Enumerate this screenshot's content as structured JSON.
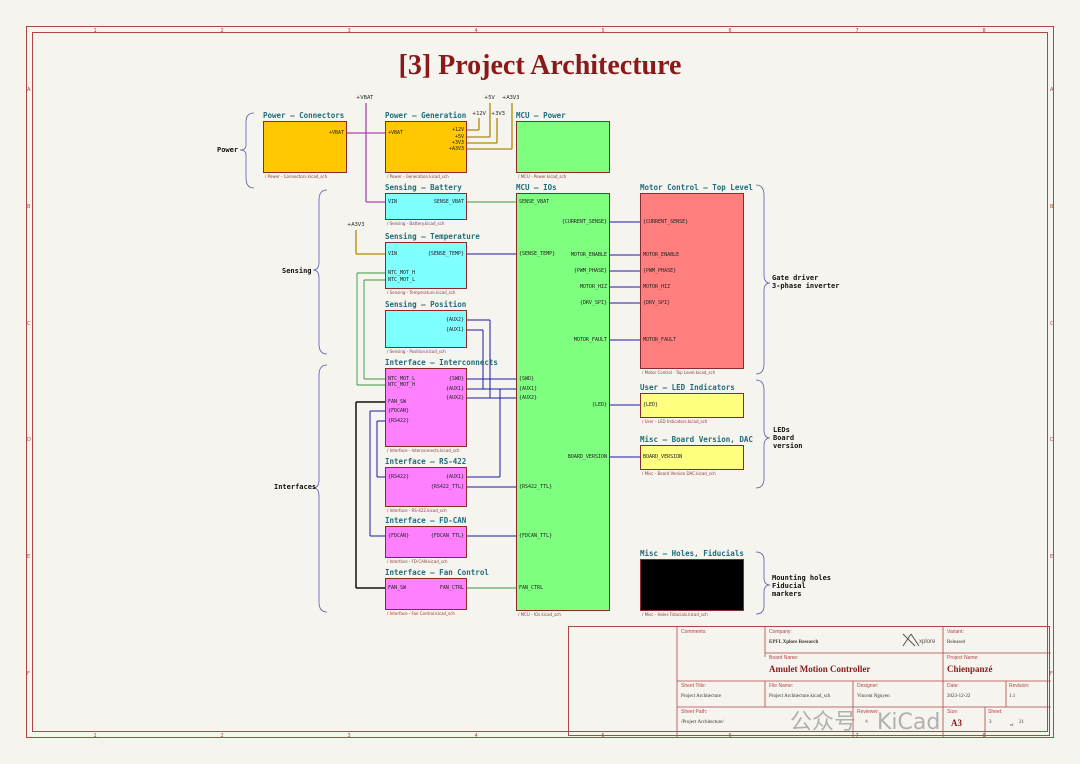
{
  "title": "[3] Project Architecture",
  "frame": {
    "columns": [
      "1",
      "2",
      "3",
      "4",
      "5",
      "6",
      "7",
      "8"
    ],
    "rows": [
      "A",
      "B",
      "C",
      "D",
      "E",
      "F"
    ]
  },
  "groups": {
    "power": "Power",
    "sensing": "Sensing",
    "interfaces": "Interfaces",
    "gate_driver": "Gate driver\n3-phase inverter",
    "leds": "LEDs\nBoard\nversion",
    "mounting": "Mounting holes\nFiducial\nmarkers"
  },
  "power_symbols": {
    "vbat": "+VBAT",
    "v5": "+5V",
    "a3v3": "+A3V3",
    "v12": "+12V",
    "v3v3": "+3V3",
    "a3v3_sensing": "+A3V3"
  },
  "sheets": {
    "power_connectors": {
      "title": "Power – Connectors",
      "file": "/ Power - Connectors.kicad_sch",
      "pins": [
        "+VBAT"
      ],
      "color": "#ffc800"
    },
    "power_generation": {
      "title": "Power – Generation",
      "file": "/ Power - Generation.kicad_sch",
      "pins_left": [
        "+VBAT"
      ],
      "pins_right": [
        "+12V",
        "+5V",
        "+3V3",
        "+A3V3"
      ],
      "color": "#ffc800"
    },
    "mcu_power": {
      "title": "MCU – Power",
      "file": "/ MCU - Power.kicad_sch",
      "color": "#7fff7f"
    },
    "sensing_battery": {
      "title": "Sensing – Battery",
      "file": "/ Sensing - Battery.kicad_sch",
      "pins_left": [
        "VIN"
      ],
      "pins_right": [
        "SENSE_VBAT"
      ],
      "color": "#7fffff"
    },
    "sensing_temperature": {
      "title": "Sensing – Temperature",
      "file": "/ Sensing - Temperature.kicad_sch",
      "pins_left": [
        "VIN",
        "NTC_MOT_H",
        "NTC_MOT_L"
      ],
      "pins_right": [
        "{SENSE_TEMP}"
      ],
      "color": "#7fffff"
    },
    "sensing_position": {
      "title": "Sensing – Position",
      "file": "/ Sensing - Position.kicad_sch",
      "pins_right": [
        "{AUX2}",
        "{AUX1}"
      ],
      "color": "#7fffff"
    },
    "interface_interconnects": {
      "title": "Interface – Interconnects",
      "file": "/ Interface - Interconnects.kicad_sch",
      "pins_left": [
        "NTC_MOT_L",
        "NTC_MOT_H",
        "FAN_SW",
        "{FDCAN}",
        "{RS422}"
      ],
      "pins_right": [
        "{SWD}",
        "{AUX1}",
        "{AUX2}"
      ],
      "color": "#ff80ff"
    },
    "interface_rs422": {
      "title": "Interface – RS-422",
      "file": "/ Interface - RS-422.kicad_sch",
      "pins_left": [
        "{RS422}"
      ],
      "pins_right": [
        "{AUX1}",
        "{RS422_TTL}"
      ],
      "color": "#ff80ff"
    },
    "interface_fdcan": {
      "title": "Interface – FD-CAN",
      "file": "/ Interface - FD-CAN.kicad_sch",
      "pins_left": [
        "{FDCAN}"
      ],
      "pins_right": [
        "{FDCAN_TTL}"
      ],
      "color": "#ff80ff"
    },
    "interface_fan": {
      "title": "Interface – Fan Control",
      "file": "/ Interface - Fan Control.kicad_sch",
      "pins_left": [
        "FAN_SW"
      ],
      "pins_right": [
        "FAN_CTRL"
      ],
      "color": "#ff80ff"
    },
    "mcu_ios": {
      "title": "MCU – IOs",
      "file": "/ MCU - IOs.kicad_sch",
      "pins_left": [
        "SENSE_VBAT",
        "{SENSE_TEMP}",
        "{SWD}",
        "{AUX1}",
        "{AUX2}",
        "{RS422_TTL}",
        "{FDCAN_TTL}",
        "FAN_CTRL"
      ],
      "pins_right": [
        "{CURRENT_SENSE}",
        "MOTOR_ENABLE",
        "{PWM_PHASE}",
        "MOTOR_HIZ",
        "{DRV_SPI}",
        "MOTOR_FAULT",
        "{LED}",
        "BOARD_VERSION"
      ],
      "color": "#7fff7f"
    },
    "motor_control": {
      "title": "Motor Control – Top Level",
      "file": "/ Motor Control - Top Level.kicad_sch",
      "pins": [
        "{CURRENT_SENSE}",
        "MOTOR_ENABLE",
        "{PWM_PHASE}",
        "MOTOR_HIZ",
        "{DRV_SPI}",
        "MOTOR_FAULT"
      ],
      "color": "#ff7f7f"
    },
    "user_led": {
      "title": "User – LED Indicators",
      "file": "/ User - LED Indicators.kicad_sch",
      "pins": [
        "{LED}"
      ],
      "color": "#ffff80"
    },
    "misc_board": {
      "title": "Misc – Board Version, DAC",
      "file": "/ Misc - Board Version DAC.kicad_sch",
      "pins": [
        "BOARD_VERSION"
      ],
      "color": "#ffff80"
    },
    "misc_holes": {
      "title": "Misc – Holes, Fiducials",
      "file": "/ Misc - Holes Fiducials.kicad_sch",
      "color": "#000000"
    }
  },
  "title_block": {
    "comments_label": "Comments:",
    "company_label": "Company:",
    "company": "EPFL Xplore Research",
    "variant_label": "Variant:",
    "variant": "Released",
    "board_name_label": "Board Name:",
    "board_name": "Amulet Motion Controller",
    "project_name_label": "Project Name:",
    "project_name": "Chienpanzé",
    "sheet_title_label": "Sheet Title:",
    "sheet_title": "Project Architecture",
    "file_name_label": "File Name:",
    "file_name": "Project Architecture.kicad_sch",
    "designer_label": "Designer:",
    "designer": "Vincent Nguyen",
    "date_label": "Date:",
    "date": "2023-12-22",
    "revision_label": "Revision:",
    "revision": "1.1",
    "sheet_path_label": "Sheet Path:",
    "sheet_path": "/Project Architecture/",
    "reviewer_label": "Reviewer:",
    "size_label": "Size:",
    "size": "A3",
    "sheet_label": "Sheet:",
    "sheet": "3",
    "of": "of",
    "total": "21",
    "logo": "xplore"
  },
  "watermark": "公众号 · KiCad",
  "colors": {
    "frame": "#b04545",
    "wire_power": "#b08a00",
    "wire_vbat": "#b040b0",
    "wire_signal": "#1a1aa0",
    "wire_green": "#3a9a3a",
    "wire_black": "#111111"
  }
}
